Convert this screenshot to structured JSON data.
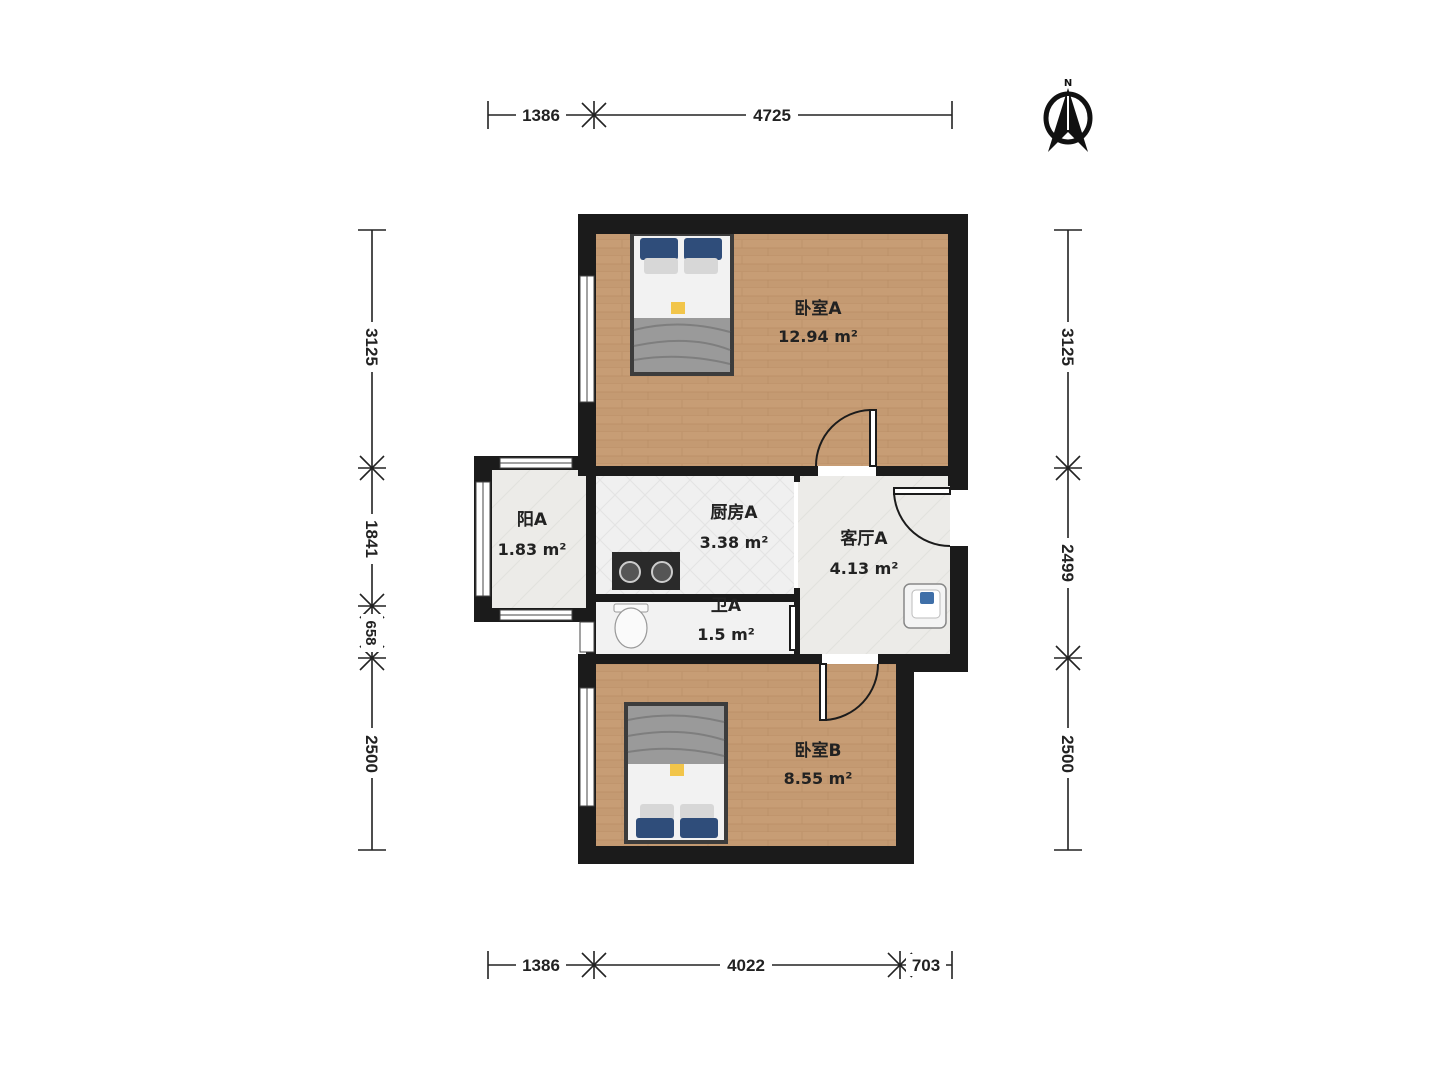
{
  "rooms": {
    "bedroom_a": {
      "name": "卧室A",
      "area": "12.94 m²"
    },
    "bedroom_b": {
      "name": "卧室B",
      "area": "8.55 m²"
    },
    "kitchen": {
      "name": "厨房A",
      "area": "3.38 m²"
    },
    "living": {
      "name": "客厅A",
      "area": "4.13 m²"
    },
    "balcony": {
      "name": "阳A",
      "area": "1.83 m²"
    },
    "bathroom": {
      "name": "卫A",
      "area": "1.5 m²"
    }
  },
  "dimensions": {
    "top": [
      "1386",
      "4725"
    ],
    "bottom": [
      "1386",
      "4022",
      "703"
    ],
    "left": [
      "3125",
      "1841",
      "658",
      "2500"
    ],
    "right": [
      "3125",
      "2499",
      "2500"
    ]
  },
  "compass": {
    "label": "N"
  },
  "colors": {
    "wood_floor": "#c49a72",
    "tile_floor": "#ecebe8",
    "kitchen_tile": "#efefef",
    "wall": "#1b1b1b"
  }
}
